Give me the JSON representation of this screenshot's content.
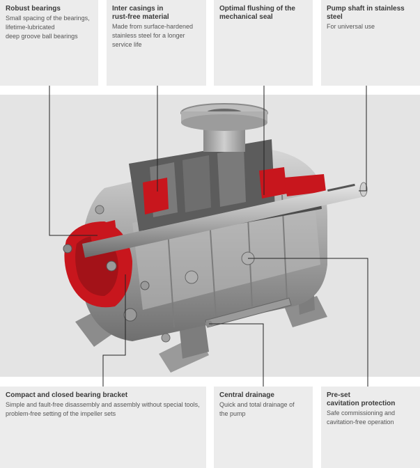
{
  "callouts_top": [
    {
      "title": "Robust bearings",
      "desc": "Small spacing of the bearings,\nlifetime-lubricated\ndeep groove ball bearings"
    },
    {
      "title": "Inter casings in\nrust-free material",
      "desc": "Made from surface-hardened\nstainless steel for a longer\nservice life"
    },
    {
      "title": "Optimal flushing of the\nmechanical seal",
      "desc": ""
    },
    {
      "title": "Pump shaft in stainless\nsteel",
      "desc": "For universal use"
    }
  ],
  "callouts_bottom": [
    {
      "title": "Compact and closed bearing bracket",
      "desc": "Simple and fault-free disassembly and assembly without special tools,\nproblem-free setting of the impeller sets"
    },
    {
      "title": "Central drainage",
      "desc": "Quick and total drainage of\nthe pump"
    },
    {
      "title": "Pre-set\ncavitation protection",
      "desc": "Safe commissioning and\ncavitation-free operation"
    }
  ],
  "colors": {
    "accent_red": "#c8161d",
    "panel": "#ececec",
    "band": "#e4e4e4",
    "metal": "#a9a9a9"
  }
}
